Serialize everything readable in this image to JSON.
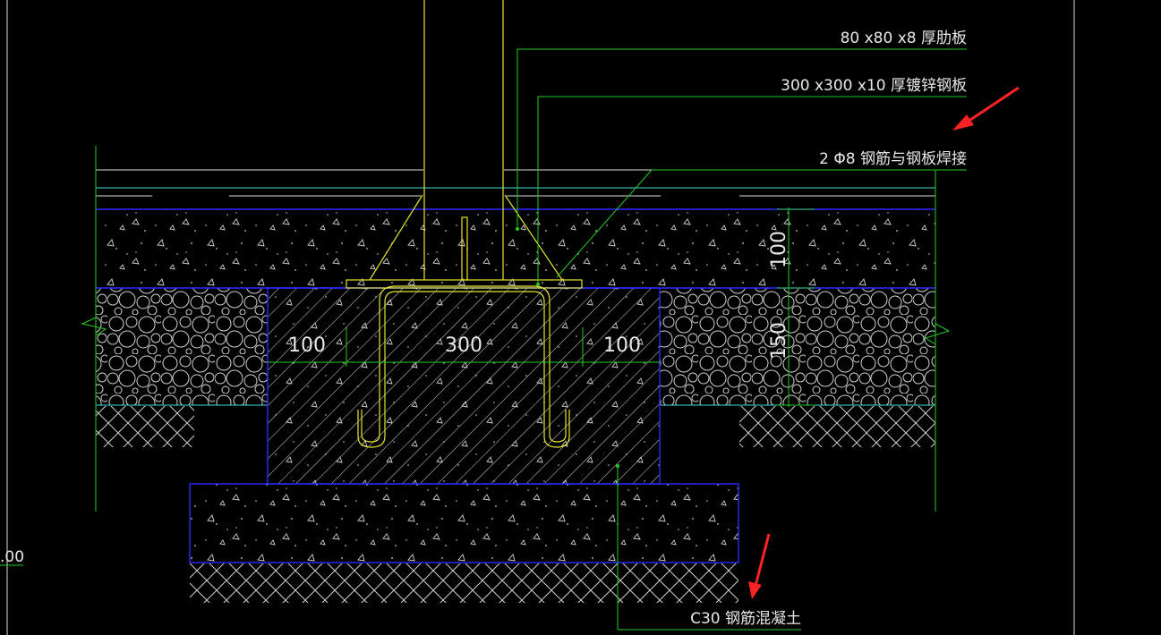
{
  "annotations": {
    "rib_plate": "80 x80 x8 厚肋板",
    "steel_plate": "300 x300 x10 厚镀锌钢板",
    "rebar_weld": "2 Φ8 钢筋与钢板焊接",
    "concrete": "C30 钢筋混凝土"
  },
  "dimensions": {
    "left_margin": "100",
    "center_width": "300",
    "right_margin": "100",
    "top_layer": "100",
    "stone_layer": "150"
  },
  "elevation_mark": ".00",
  "colors": {
    "background": "#000000",
    "green": "#22cc22",
    "blue": "#2a2aff",
    "yellow": "#e6e62e",
    "white": "#dddddd",
    "cyan": "#44dddd",
    "arrow": "#ff2222"
  }
}
